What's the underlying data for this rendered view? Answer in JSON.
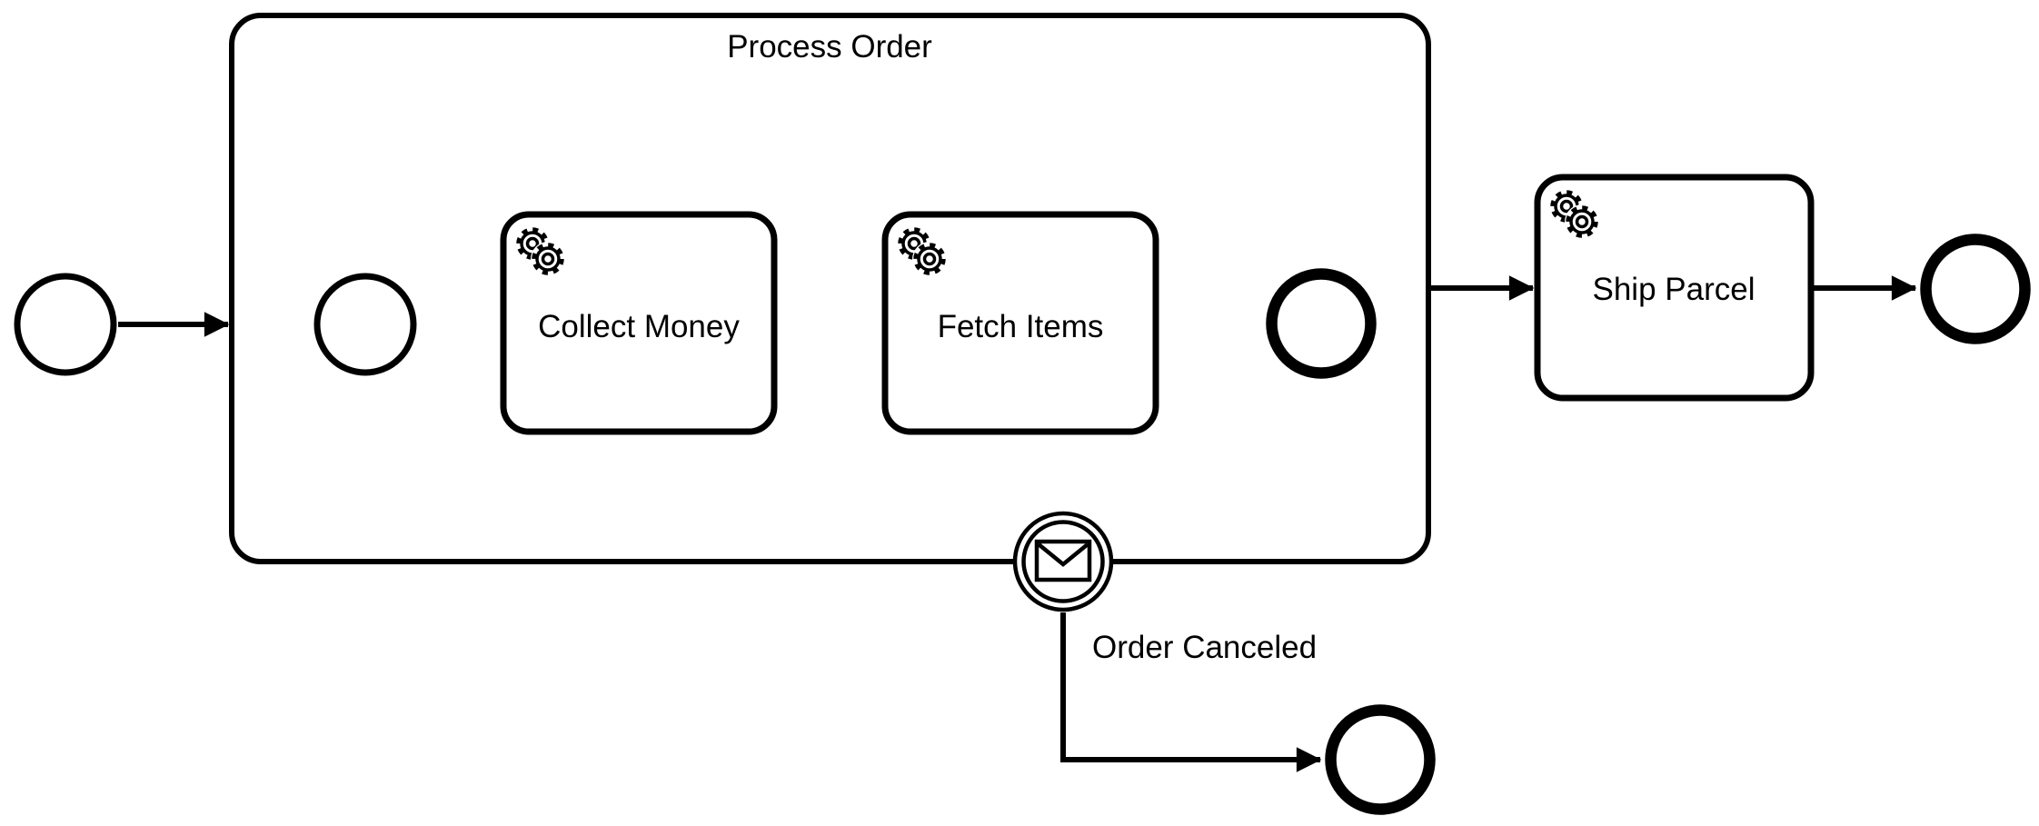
{
  "diagram": {
    "type": "bpmn-process-diagram",
    "colors": {
      "stroke": "#000000",
      "fill": "#ffffff"
    },
    "subprocess": {
      "label": "Process Order"
    },
    "tasks": [
      {
        "label": "Collect Money",
        "type": "service-task",
        "icon": "gears-icon"
      },
      {
        "label": "Fetch Items",
        "type": "service-task",
        "icon": "gears-icon"
      },
      {
        "label": "Ship Parcel",
        "type": "service-task",
        "icon": "gears-icon"
      }
    ],
    "events": [
      {
        "name": "start-event-main",
        "kind": "start"
      },
      {
        "name": "start-event-subprocess",
        "kind": "start"
      },
      {
        "name": "end-event-subprocess",
        "kind": "end"
      },
      {
        "name": "end-event-main",
        "kind": "end"
      },
      {
        "name": "boundary-event-order-canceled",
        "kind": "message-boundary",
        "label": "Order Canceled",
        "icon": "envelope-icon"
      },
      {
        "name": "end-event-canceled",
        "kind": "end"
      }
    ]
  }
}
